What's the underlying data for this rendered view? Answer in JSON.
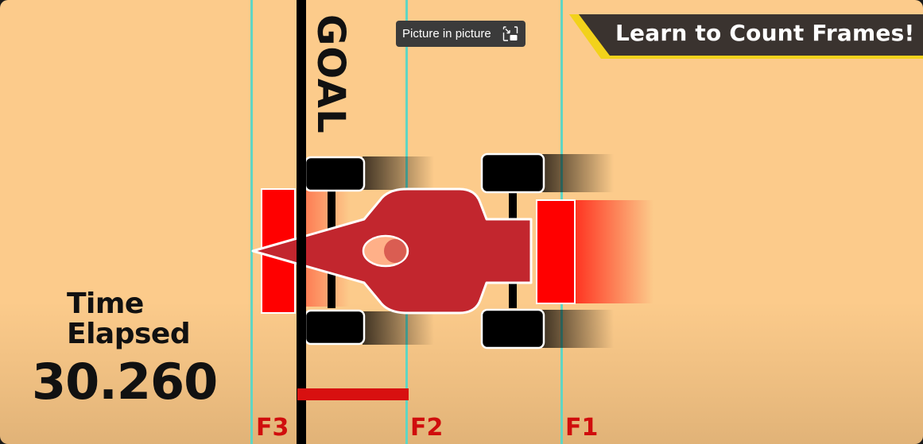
{
  "video": {
    "banner_title": "Learn to Count Frames!",
    "goal_label": "GOAL",
    "frame_labels": [
      "F3",
      "F2",
      "F1"
    ],
    "time_label_line1": "Time",
    "time_label_line2": "Elapsed",
    "time_value": "30.260"
  },
  "pip": {
    "label": "Picture in picture",
    "icon": "picture-in-picture-icon"
  },
  "colors": {
    "background": "#fccb8b",
    "frame_line": "#5fd6c4",
    "car_body": "#c2262e",
    "wing_red": "#ff0000",
    "label_red": "#d00d0d",
    "banner_dark": "#3a332f",
    "banner_accent": "#f2d21b"
  }
}
